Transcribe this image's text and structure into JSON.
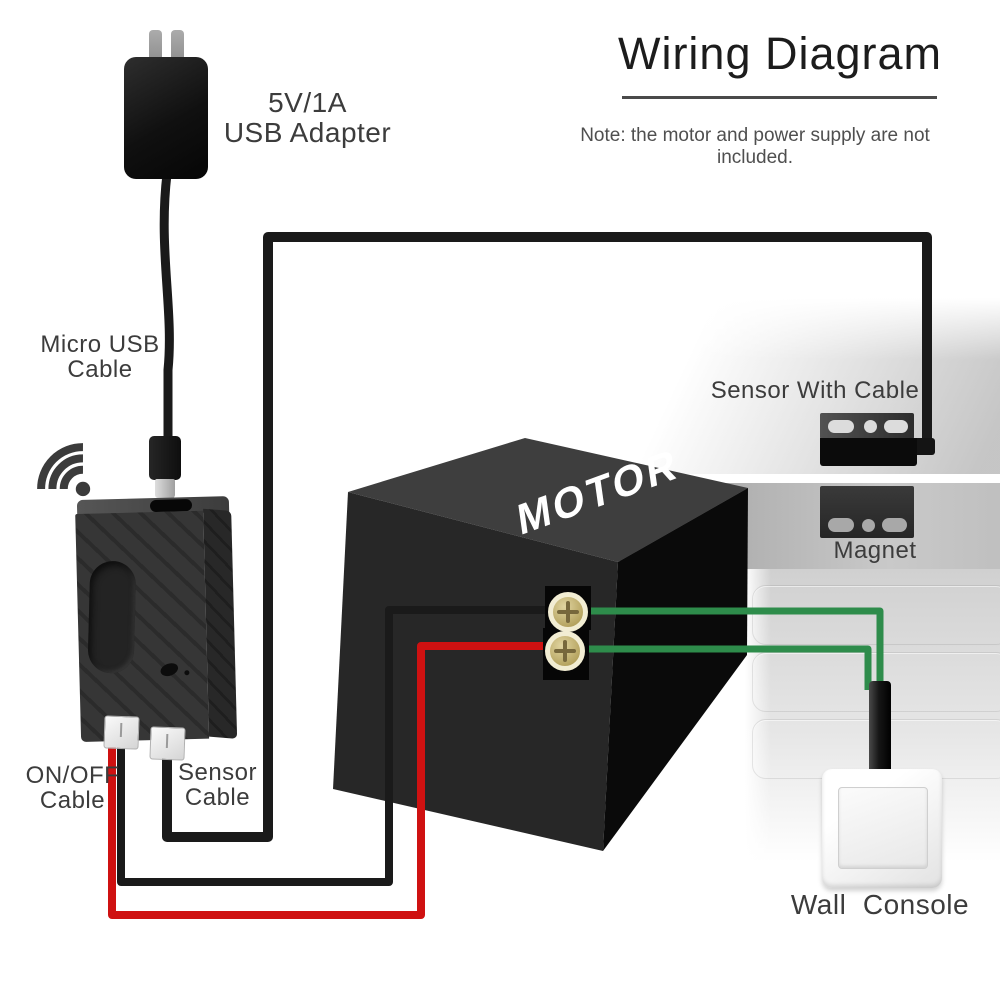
{
  "header": {
    "title": "Wiring Diagram",
    "note": "Note: the motor and power supply are not included."
  },
  "labels": {
    "adapter_line1": "5V/1A",
    "adapter_line2": "USB Adapter",
    "micro_usb_line1": "Micro USB",
    "micro_usb_line2": "Cable",
    "onoff_line1": "ON/OFF",
    "onoff_line2": "Cable",
    "sensor_cable_line1": "Sensor",
    "sensor_cable_line2": "Cable",
    "sensor_with_cable": "Sensor With Cable",
    "magnet": "Magnet",
    "wall_console": "Wall  Console",
    "motor": "MOTOR"
  },
  "icons": {
    "wifi": "wifi-icon"
  },
  "colors": {
    "wire_black": "#1a1a1a",
    "wire_red": "#cf1111",
    "wire_green": "#2e8c4b",
    "motor_top_face": "#3e3e3e",
    "motor_left_face": "#272727",
    "motor_right_face": "#0a0a0a",
    "title_text": "#1c1c1c",
    "note_text": "#4f4f4f",
    "label_text": "#3c3c3c"
  }
}
